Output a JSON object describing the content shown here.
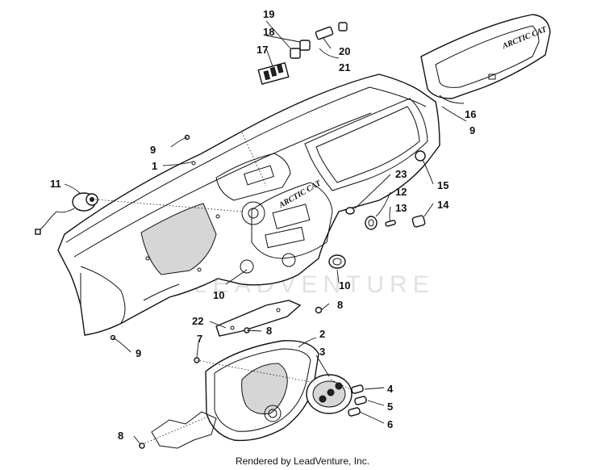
{
  "callouts": {
    "c1": "1",
    "c2": "2",
    "c3": "3",
    "c4": "4",
    "c5": "5",
    "c6": "6",
    "c7": "7",
    "c8a": "8",
    "c8b": "8",
    "c8c": "8",
    "c9a": "9",
    "c9b": "9",
    "c9c": "9",
    "c10a": "10",
    "c10b": "10",
    "c11": "11",
    "c12": "12",
    "c13": "13",
    "c14": "14",
    "c15": "15",
    "c16": "16",
    "c17": "17",
    "c18": "18",
    "c19": "19",
    "c20": "20",
    "c21": "21",
    "c22": "22",
    "c23": "23"
  },
  "dash_logo": "ARCTIC CAT",
  "cover_logo": "ARCTIC CAT",
  "watermark": "LEADVENTURE",
  "footer": "Rendered by LeadVenture, Inc."
}
